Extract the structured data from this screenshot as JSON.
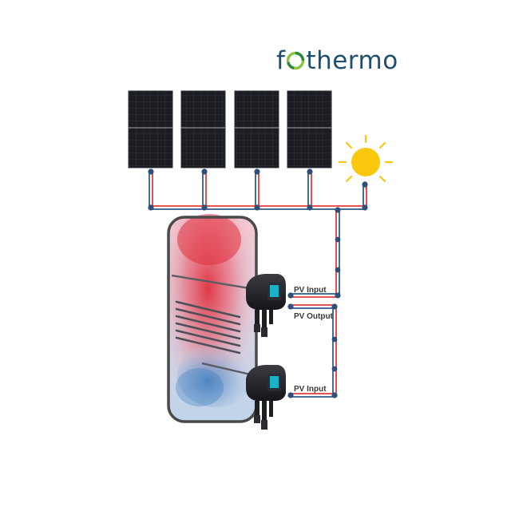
{
  "brand": {
    "prefix": "f",
    "suffix": "thermo",
    "colors": {
      "text": "#1d4f6e",
      "ring_outer": "#2f8a3e",
      "ring_inner": "#8cc63f"
    }
  },
  "panels": {
    "count": 4
  },
  "sun": {
    "icon": "sun-icon",
    "color": "#f9c70c"
  },
  "heaters": [
    {
      "id": "upper-heater",
      "label": "PV Input",
      "output_label": "PV Output"
    },
    {
      "id": "lower-heater",
      "label": "PV Input"
    }
  ],
  "colors": {
    "wire_red": "#e23b3b",
    "wire_blue": "#2e5d8a",
    "junction": "#2e4f7a",
    "panel": "#1b1d22",
    "tank_border": "#4a4a4a",
    "hot": "#e0303e",
    "cold": "#3f7fc0"
  }
}
